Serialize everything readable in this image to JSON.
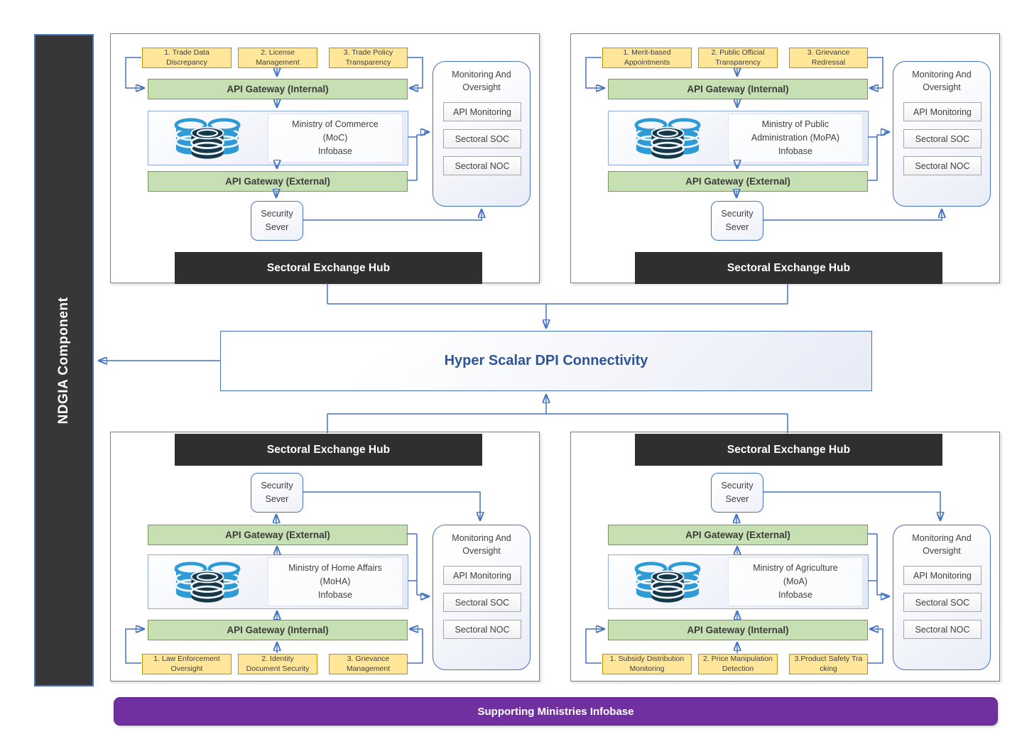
{
  "bars": {
    "ndgia": "NDGIA Component",
    "center": "Hyper Scalar DPI Connectivity",
    "bottom": "Supporting Ministries Infobase"
  },
  "shared": {
    "api_gateway_internal": "API Gateway (Internal)",
    "api_gateway_external": "API Gateway (External)",
    "security_server": "Security Sever",
    "monitoring_title": "Monitoring And Oversight",
    "monitoring_items": [
      "API Monitoring",
      "Sectoral SOC",
      "Sectoral NOC"
    ],
    "hub": "Sectoral Exchange Hub"
  },
  "quadrants": [
    {
      "id": "moc",
      "services": [
        {
          "line1": "1. Trade Data",
          "line2": "Discrepancy"
        },
        {
          "line1": "2. License",
          "line2": "Management"
        },
        {
          "line1": "3. Trade Policy",
          "line2": "Transparency"
        }
      ],
      "infobase": [
        "Ministry of Commerce",
        "(MoC)",
        "Infobase"
      ]
    },
    {
      "id": "mopa",
      "services": [
        {
          "line1": "1. Merit-based",
          "line2": "Appointments"
        },
        {
          "line1": "2. Public Official",
          "line2": "Transparency"
        },
        {
          "line1": "3. Grievance",
          "line2": "Redressal"
        }
      ],
      "infobase": [
        "Ministry of Public",
        "Administration (MoPA)",
        "Infobase"
      ]
    },
    {
      "id": "moha",
      "services": [
        {
          "line1": "1. Law Enforcement",
          "line2": "Oversight"
        },
        {
          "line1": "2. Identity",
          "line2": "Document Security"
        },
        {
          "line1": "3. Grievance",
          "line2": "Management"
        }
      ],
      "infobase": [
        "Ministry of Home Affairs",
        "(MoHA)",
        "Infobase"
      ]
    },
    {
      "id": "moa",
      "services": [
        {
          "line1": "1. Subsidy Distribution",
          "line2": "Monitoring"
        },
        {
          "line1": "2. Price Manipulation",
          "line2": "Detection"
        },
        {
          "line1": "3.Product Safety Tra",
          "line2": "cking"
        }
      ],
      "infobase": [
        "Ministry of Agriculture",
        "(MoA)",
        "Infobase"
      ]
    }
  ],
  "colors": {
    "connector": "#4472C4",
    "service_fill": "#FFE699",
    "service_border": "#BF9000",
    "gateway_fill": "#C6E0B4",
    "hub_fill": "#2F2F2F",
    "ndgia_fill": "#373737",
    "bottom_bar_fill": "#7030A0",
    "center_text": "#2E5597",
    "database_blue": "#2E9BD6",
    "database_dark": "#16394A"
  }
}
